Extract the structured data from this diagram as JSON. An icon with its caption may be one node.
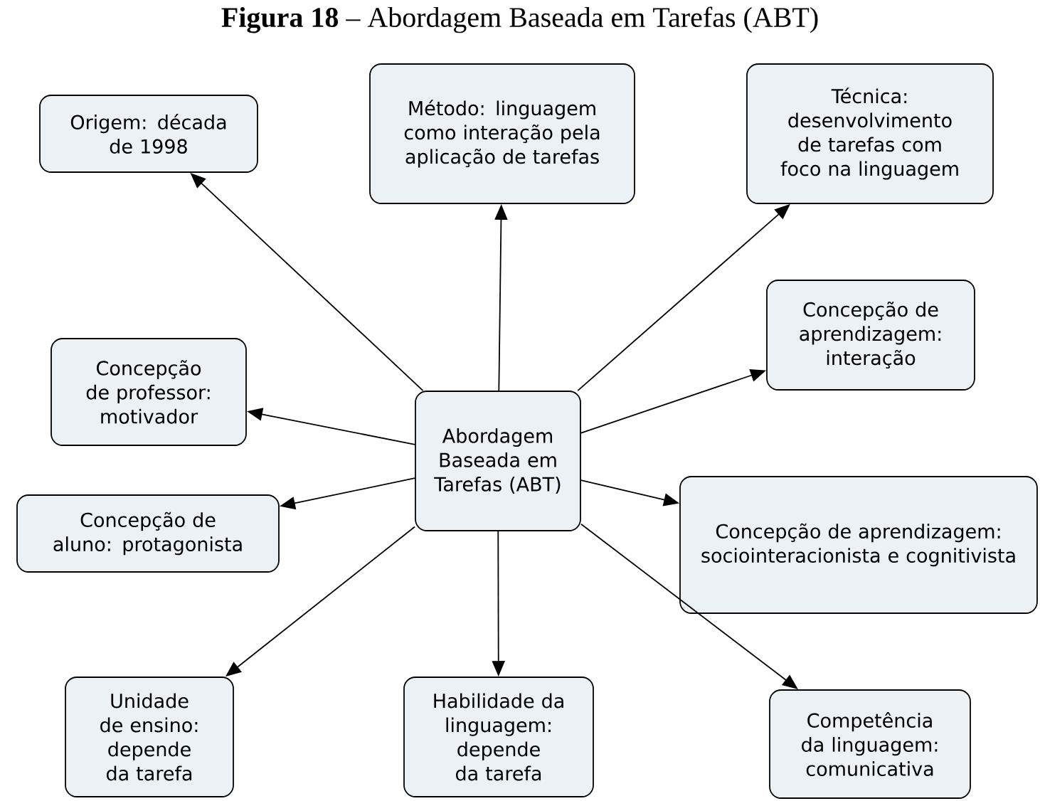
{
  "diagram": {
    "title": "**Figura 18** – Abordagem Baseada em Tarefas (ABT)",
    "nodes": [
      {
        "text": [
          "Abordagem Baseada em Tarefas (ABT)"
        ]
      },
      {
        "text": [
          "Origem: década de 1998"
        ]
      },
      {
        "text": [
          "Método: linguagem como interação pela aplicação de tarefas"
        ]
      },
      {
        "text": [
          "Técnica: desenvolvimento de tarefas com foco na linguagem"
        ]
      },
      {
        "text": [
          "Concepção de aprendizagem: interação"
        ]
      },
      {
        "text": [
          "Concepção de professor: motivador"
        ]
      },
      {
        "text": [
          "Concepção de aluno: protagonista"
        ]
      },
      {
        "text": [
          "Concepção de aprendizagem: sociointeracionista e cognitivista"
        ]
      },
      {
        "text": [
          "Unidade de ensino: depende da tarefa"
        ]
      },
      {
        "text": [
          "Habilidade da linguagem: depende da tarefa"
        ]
      },
      {
        "text": [
          "Competência da linguagem: comunicativa"
        ]
      }
    ],
    "edges": [
      {
        "from": 0,
        "to": 1,
        "arrow": "to"
      },
      {
        "from": 0,
        "to": 2,
        "arrow": "to"
      },
      {
        "from": 0,
        "to": 3,
        "arrow": "to"
      },
      {
        "from": 0,
        "to": 4,
        "arrow": "to"
      },
      {
        "from": 0,
        "to": 5,
        "arrow": "to"
      },
      {
        "from": 0,
        "to": 6,
        "arrow": "to"
      },
      {
        "from": 0,
        "to": 7,
        "arrow": "to"
      },
      {
        "from": 0,
        "to": 8,
        "arrow": "to"
      },
      {
        "from": 0,
        "to": 9,
        "arrow": "to"
      },
      {
        "from": 0,
        "to": 10,
        "arrow": "to"
      }
    ]
  }
}
